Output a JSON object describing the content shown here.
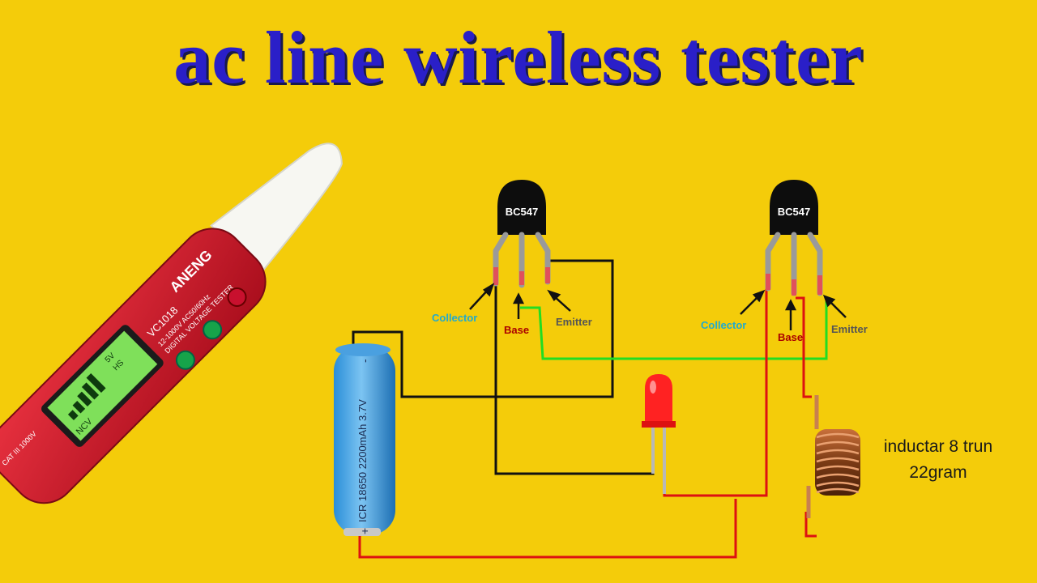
{
  "title": "ac line wireless tester",
  "tester": {
    "brand": "ANENG",
    "model": "VC1018",
    "range_text": "12-1000V AC50/60Hz",
    "name_text": "DIGITAL VOLTAGE TESTER",
    "rating": "CAT III 1000V",
    "lcd_mode": "NCV",
    "lcd_high": "5V",
    "lcd_low": "HS"
  },
  "transistor1": {
    "label": "BC547",
    "collector": "Collector",
    "base": "Base",
    "emitter": "Emitter"
  },
  "transistor2": {
    "label": "BC547",
    "collector": "Collector",
    "base": "Base",
    "emitter": "Emitter"
  },
  "battery": {
    "text": "ICR 18650  2200mAh  3.7V",
    "plus": "+",
    "minus": "-"
  },
  "inductor": {
    "line1": "inductar 8 trun",
    "line2": "22gram"
  },
  "colors": {
    "background": "#f4cc0a",
    "title": "#2a1fc8",
    "wire_black": "#111111",
    "wire_green": "#22dd22",
    "wire_red": "#dd1111",
    "label_collector": "#22aacc",
    "label_base": "#aa0000",
    "label_emitter": "#555555"
  }
}
